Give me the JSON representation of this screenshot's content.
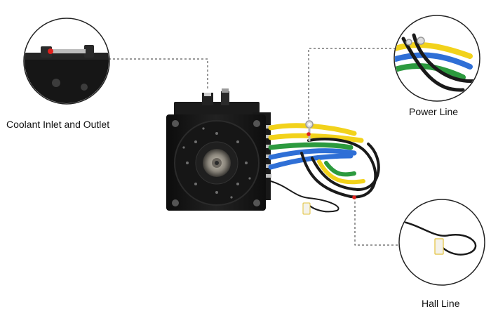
{
  "callouts": {
    "coolant": {
      "label": "Coolant Inlet and Outlet"
    },
    "power": {
      "label": "Power Line"
    },
    "hall": {
      "label": "Hall Line"
    }
  },
  "colors": {
    "leader": "#333333",
    "marker": "#e0201c",
    "motor_body": "#141414",
    "wire_yellow": "#f2d21b",
    "wire_green": "#2c9a3e",
    "wire_blue": "#2f6fd6",
    "wire_black": "#1a1a1a"
  }
}
